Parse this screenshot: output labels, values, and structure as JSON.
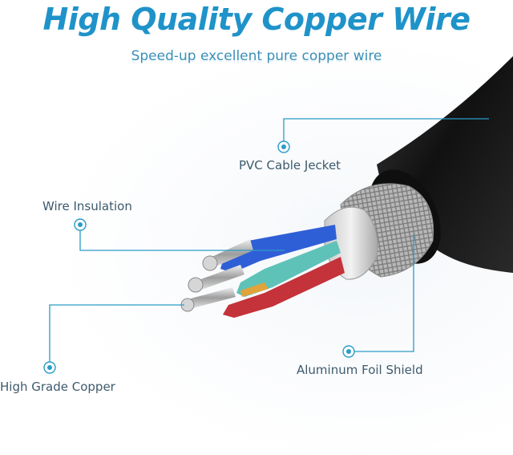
{
  "header": {
    "title": "High Quality Copper Wire",
    "subtitle": "Speed-up excellent pure copper wire"
  },
  "callouts": {
    "pvc_jacket": "PVC Cable Jecket",
    "wire_insulation": "Wire Insulation",
    "aluminum_foil": "Aluminum Foil Shield",
    "copper": "High Grade Copper"
  },
  "colors": {
    "title": "#1f93c9",
    "callout_line": "#2a9cc7",
    "jacket": "#1b1b1b",
    "wire_blue": "#2f5fd6",
    "wire_teal": "#5fc2b8",
    "wire_red": "#c4323a",
    "wire_orange": "#e0a43a"
  }
}
